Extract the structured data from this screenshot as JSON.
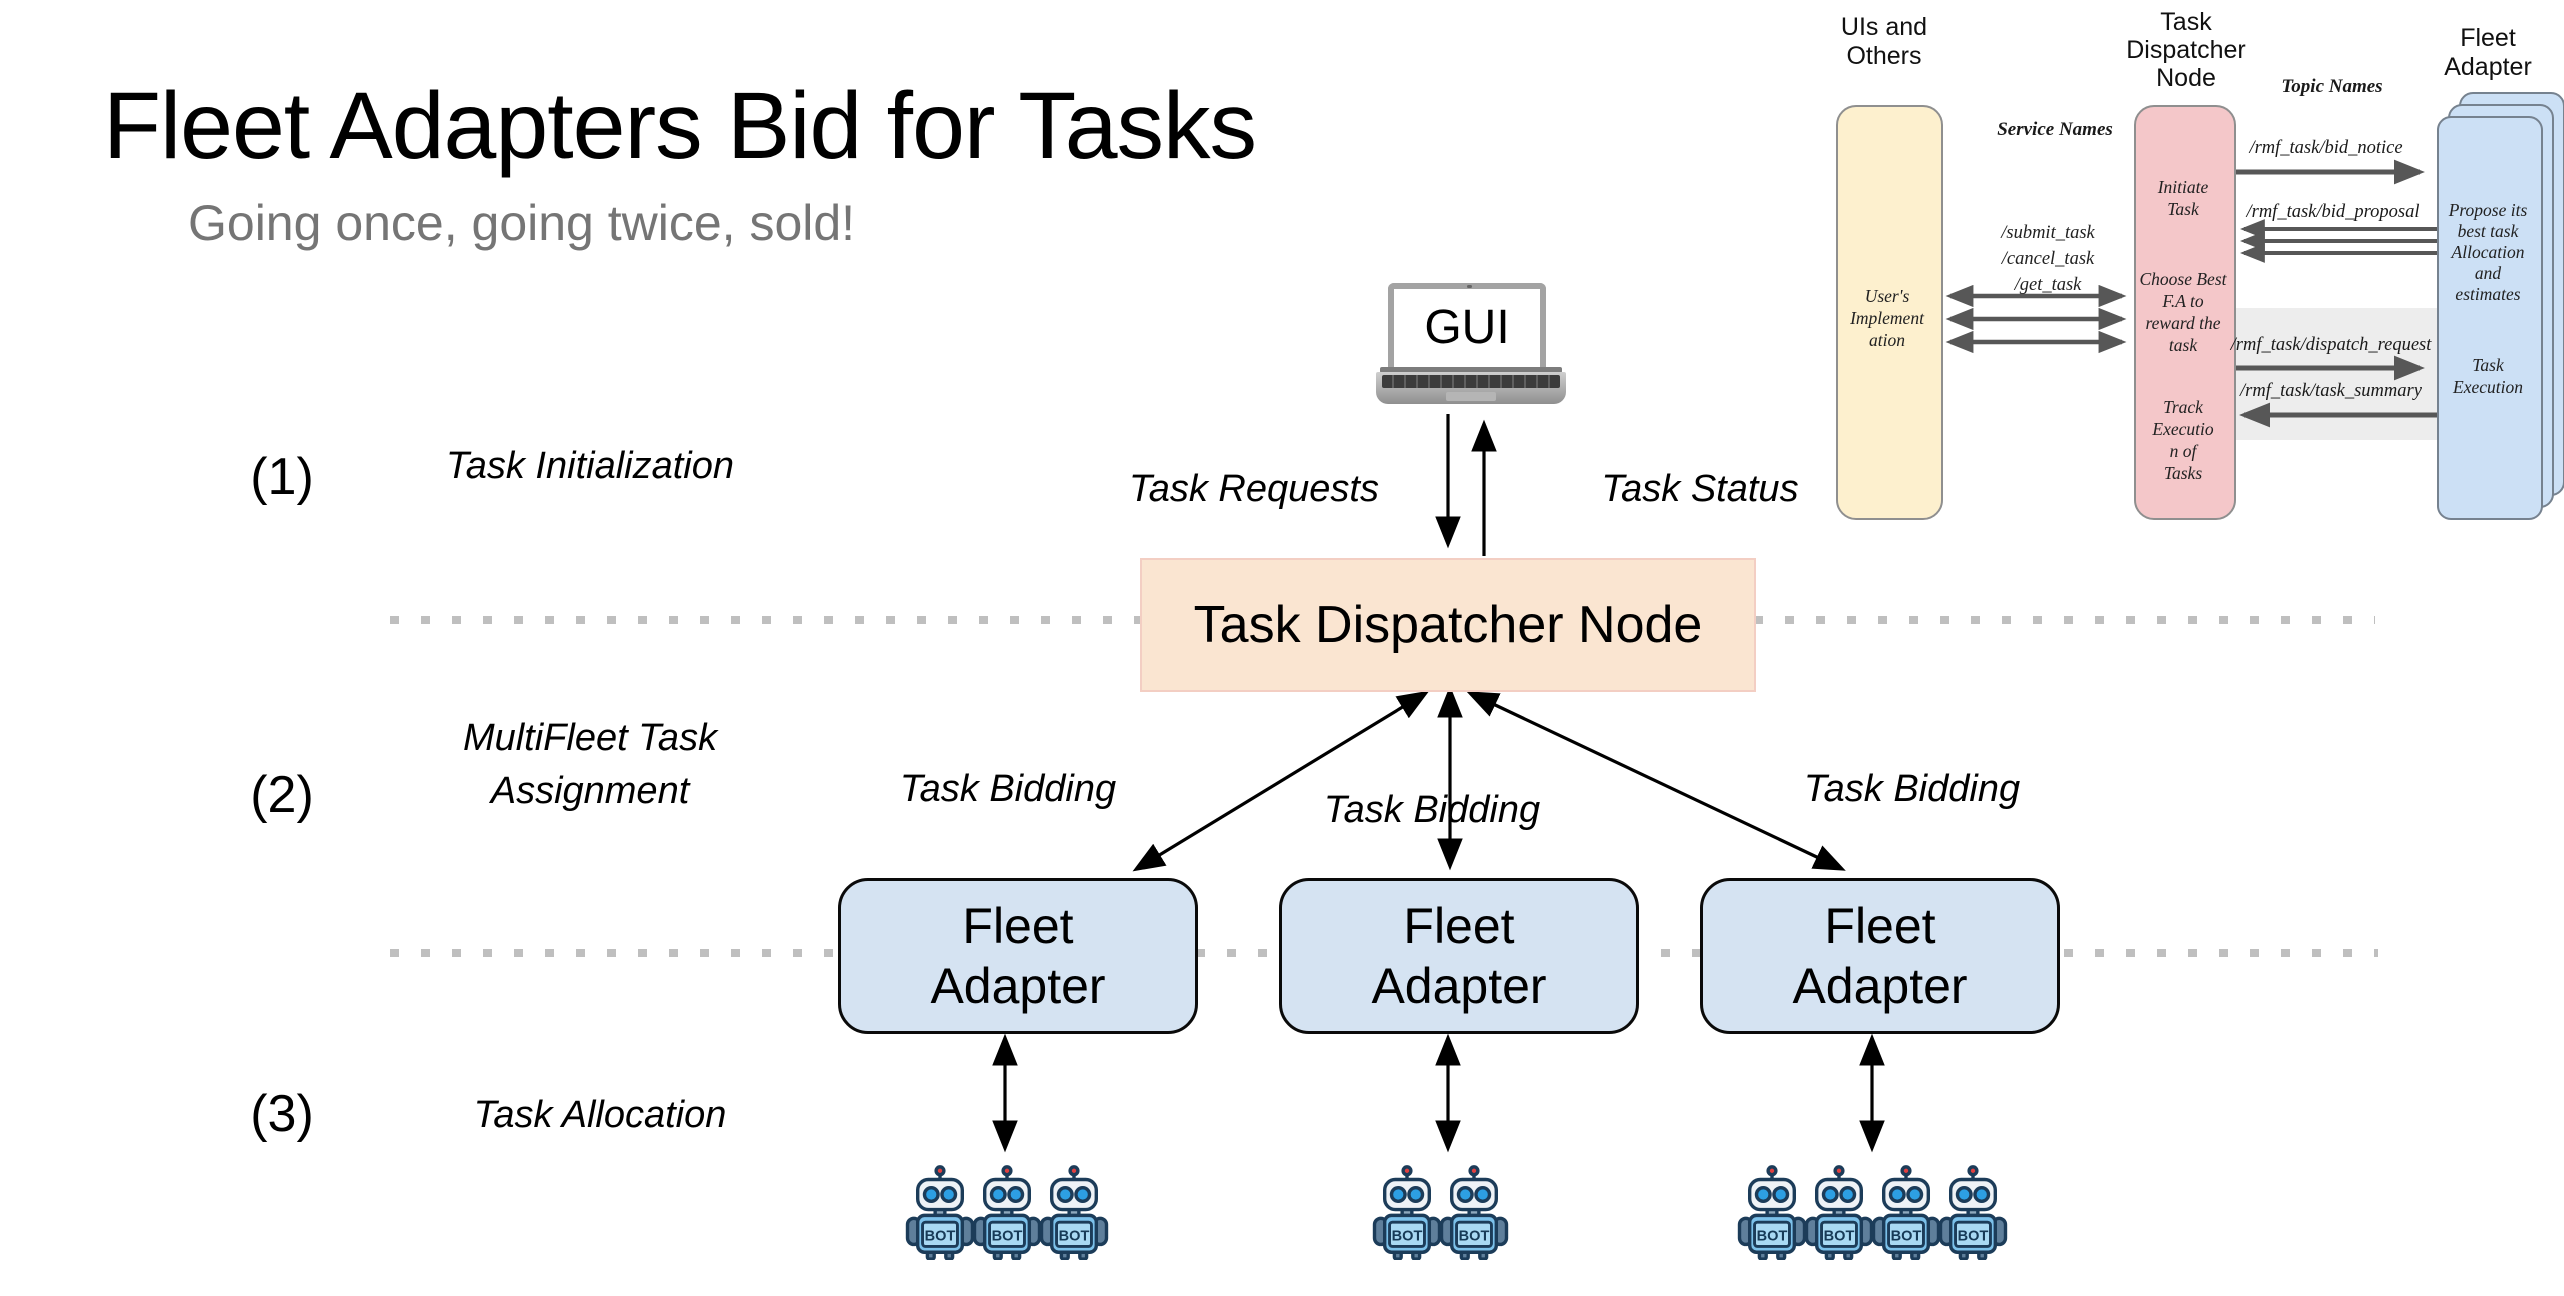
{
  "slide": {
    "title": "Fleet Adapters Bid for Tasks",
    "subtitle": "Going once, going twice, sold!",
    "steps": [
      {
        "number": "(1)",
        "label": "Task Initialization"
      },
      {
        "number": "(2)",
        "label": "MultiFleet Task\nAssignment"
      },
      {
        "number": "(3)",
        "label": "Task Allocation"
      }
    ],
    "gui_label": "GUI",
    "task_requests_label": "Task Requests",
    "task_status_label": "Task Status",
    "dispatcher_label": "Task Dispatcher Node",
    "task_bidding_labels": [
      "Task Bidding",
      "Task Bidding",
      "Task Bidding"
    ],
    "fleet_adapter_labels": [
      "Fleet\nAdapter",
      "Fleet\nAdapter",
      "Fleet\nAdapter"
    ],
    "robots": {
      "bot_label": "BOT",
      "groups": [
        3,
        2,
        4
      ]
    }
  },
  "mini": {
    "col_uis_header": "UIs and\nOthers",
    "col_dispatcher_header": "Task\nDispatcher\nNode",
    "topic_names_label": "Topic Names",
    "col_fleet_header": "Fleet\nAdapter",
    "service_names_label": "Service Names",
    "service_list": "/submit_task\n/cancel_task\n/get_task",
    "uis_box_text": "User's\nImplement\nation",
    "dispatcher_items": {
      "initiate": "Initiate\nTask",
      "choose": "Choose Best\nF.A to\nreward the\ntask",
      "track": "Track\nExecutio\nn of\nTasks"
    },
    "fleet_items": {
      "propose": "Propose its\nbest task\nAllocation\nand\nestimates",
      "execute": "Task\nExecution"
    },
    "topics": {
      "bid_notice": "/rmf_task/bid_notice",
      "bid_proposal": "/rmf_task/bid_proposal",
      "dispatch_request": "/rmf_task/dispatch_request",
      "task_summary": "/rmf_task/task_summary"
    }
  },
  "colors": {
    "dispatcher_fill": "#FAE5D1",
    "dispatcher_border": "#F3CEC3",
    "fleet_fill": "#D5E3F2",
    "mini_yellow": "#FDF0CE",
    "mini_pink": "#F4C7C9",
    "mini_blue": "#CCE0F5",
    "band_gray": "#EDEDED",
    "arrow_gray": "#575757",
    "dotted_gray": "#BFBFBF",
    "subtitle_gray": "#757575",
    "robot_blue": "#7CC1EA"
  }
}
